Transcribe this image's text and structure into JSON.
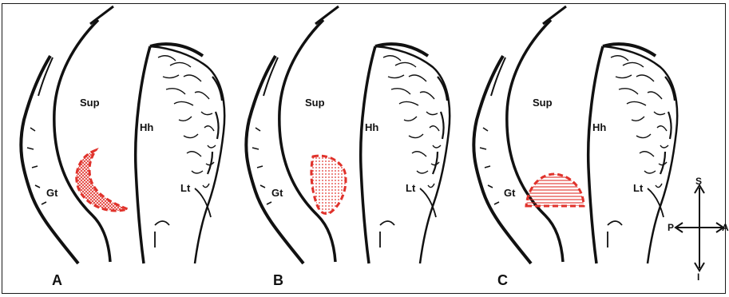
{
  "panels": [
    {
      "letter": "A",
      "sup": "Sup",
      "hh": "Hh",
      "gt": "Gt",
      "lt": "Lt",
      "lesion_fill": "crosshatch",
      "lesion_shape": "crescent"
    },
    {
      "letter": "B",
      "sup": "Sup",
      "hh": "Hh",
      "gt": "Gt",
      "lt": "Lt",
      "lesion_fill": "dotted",
      "lesion_shape": "tall-oval"
    },
    {
      "letter": "C",
      "sup": "Sup",
      "hh": "Hh",
      "gt": "Gt",
      "lt": "Lt",
      "lesion_fill": "horizontal-lines",
      "lesion_shape": "half-dome"
    }
  ],
  "orientation": {
    "superior": "S",
    "inferior": "I",
    "posterior": "P",
    "anterior": "A"
  },
  "colors": {
    "lesion": "#e0322b",
    "ink": "#111111",
    "border": "#1a1a1a"
  }
}
